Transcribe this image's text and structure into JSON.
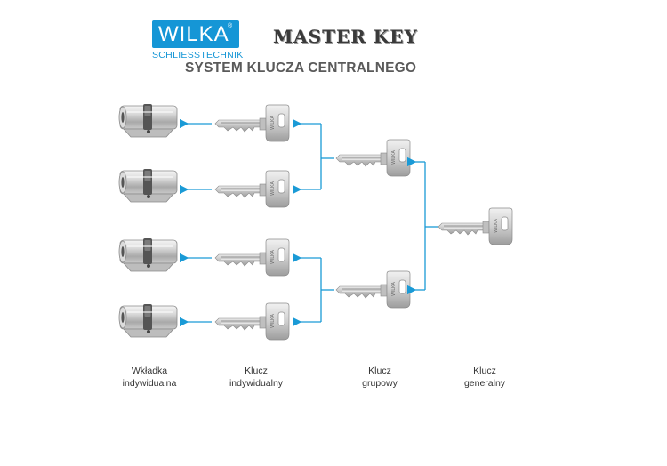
{
  "logo": {
    "brand": "WILKA",
    "reg": "®",
    "subtitle": "SCHLIESSTECHNIK"
  },
  "header": {
    "title": "MASTER KEY",
    "subtitle": "SYSTEM KLUCZA CENTRALNEGO"
  },
  "columns": [
    {
      "line1": "Wkładka",
      "line2": "indywidualna"
    },
    {
      "line1": "Klucz",
      "line2": "indywidualny"
    },
    {
      "line1": "Klucz",
      "line2": "grupowy"
    },
    {
      "line1": "Klucz",
      "line2": "generalny"
    }
  ],
  "key_label": "WILKA",
  "colors": {
    "brand_blue": "#1596d6",
    "arrow": "#1a9ad6",
    "metal_light": "#e6e6e6",
    "metal_dark": "#8e8e8e"
  },
  "icons": [
    "cylinder-lock-icon",
    "key-icon",
    "arrow-icon"
  ]
}
